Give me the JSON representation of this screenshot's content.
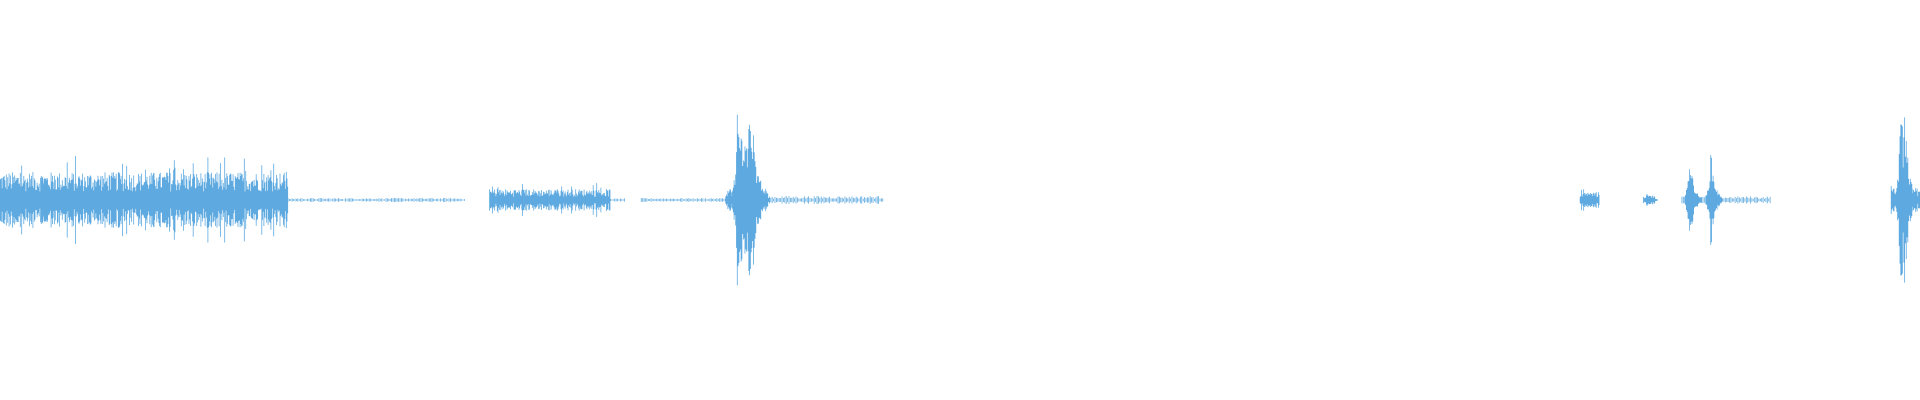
{
  "waveform": {
    "color": "#5da9e0",
    "background": "#ffffff",
    "duration_fraction_note": "",
    "segments": [
      {
        "start": 0.0,
        "end": 0.15,
        "amplitude": 0.14,
        "style": "dense"
      },
      {
        "start": 0.15,
        "end": 0.242,
        "amplitude": 0.01,
        "style": "sparse"
      },
      {
        "start": 0.255,
        "end": 0.318,
        "amplitude": 0.055,
        "style": "dense"
      },
      {
        "start": 0.318,
        "end": 0.326,
        "amplitude": 0.008,
        "style": "sparse"
      },
      {
        "start": 0.334,
        "end": 0.378,
        "amplitude": 0.01,
        "style": "sparse"
      },
      {
        "start": 0.378,
        "end": 0.4,
        "amplitude": 0.06,
        "style": "dense"
      },
      {
        "start": 0.4,
        "end": 0.46,
        "amplitude": 0.02,
        "style": "sparse"
      },
      {
        "start": 0.823,
        "end": 0.833,
        "amplitude": 0.04,
        "style": "dense"
      },
      {
        "start": 0.856,
        "end": 0.862,
        "amplitude": 0.025,
        "style": "dense"
      },
      {
        "start": 0.876,
        "end": 0.922,
        "amplitude": 0.018,
        "style": "sparse"
      },
      {
        "start": 0.985,
        "end": 1.0,
        "amplitude": 0.06,
        "style": "dense"
      }
    ],
    "spikes": [
      {
        "x": 0.016,
        "amplitude": 0.12
      },
      {
        "x": 0.022,
        "amplitude": 0.13
      },
      {
        "x": 0.034,
        "amplitude": 0.11
      },
      {
        "x": 0.045,
        "amplitude": 0.09
      },
      {
        "x": 0.137,
        "amplitude": 0.08
      },
      {
        "x": 0.289,
        "amplitude": 0.06
      },
      {
        "x": 0.311,
        "amplitude": 0.07
      },
      {
        "x": 0.384,
        "amplitude": 0.5
      },
      {
        "x": 0.386,
        "amplitude": 0.45
      },
      {
        "x": 0.388,
        "amplitude": 0.48
      },
      {
        "x": 0.39,
        "amplitude": 0.52
      },
      {
        "x": 0.392,
        "amplitude": 0.4
      },
      {
        "x": 0.395,
        "amplitude": 0.2
      },
      {
        "x": 0.827,
        "amplitude": 0.05
      },
      {
        "x": 0.859,
        "amplitude": 0.03
      },
      {
        "x": 0.88,
        "amplitude": 0.25
      },
      {
        "x": 0.891,
        "amplitude": 0.26
      },
      {
        "x": 0.99,
        "amplitude": 0.55
      },
      {
        "x": 0.992,
        "amplitude": 0.5
      }
    ]
  }
}
